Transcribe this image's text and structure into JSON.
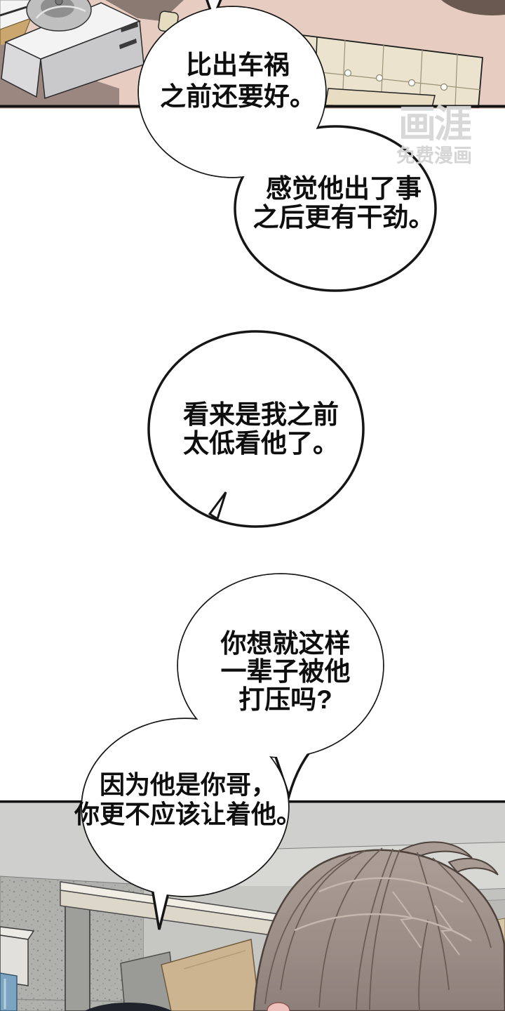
{
  "speech_bubbles": [
    {
      "id": 1,
      "lines": [
        "比出车祸",
        "之前还要好。"
      ]
    },
    {
      "id": 2,
      "lines": [
        "感觉他出了事",
        "之后更有干劲。"
      ]
    },
    {
      "id": 3,
      "lines": [
        "看来是我之前",
        "太低看他了。"
      ]
    },
    {
      "id": 4,
      "lines": [
        "你想就这样",
        "一辈子被他",
        "打压吗?"
      ]
    },
    {
      "id": 5,
      "lines": [
        "因为他是你哥，",
        "你更不应该让着他。"
      ]
    }
  ],
  "watermark": {
    "logo": "画涯",
    "tagline": "免费漫画"
  },
  "colors": {
    "wall_pink": "#e7ccc1",
    "wall_shadow": "#9c8780",
    "headboard_cream": "#ebe3cd",
    "bottom_wall_gray": "#cfcfcd",
    "concrete_gray": "#b0b0ad",
    "ledge_cream": "#f0ede4",
    "hair_brown_gray": "#a2958e",
    "dark_hair_navy": "#20222c",
    "watermark_gray": "#d5d5d5",
    "outline_black": "#161616"
  }
}
